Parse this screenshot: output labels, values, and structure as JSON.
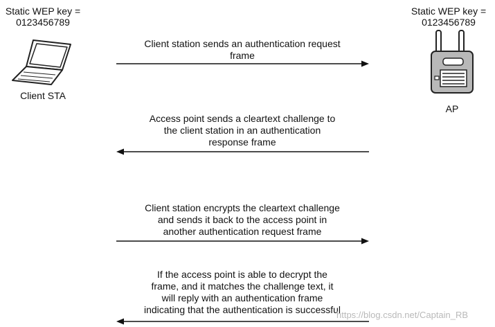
{
  "client": {
    "key_line1": "Static WEP key =",
    "key_line2": "0123456789",
    "label": "Client STA",
    "icon": "laptop-icon"
  },
  "ap": {
    "key_line1": "Static WEP key =",
    "key_line2": "0123456789",
    "label": "AP",
    "icon": "access-point-icon"
  },
  "messages": [
    {
      "lines": [
        "Client station sends an authentication request",
        "frame"
      ],
      "direction": "right"
    },
    {
      "lines": [
        "Access point sends a cleartext challenge to",
        "the client station in an authentication",
        "response frame"
      ],
      "direction": "left"
    },
    {
      "lines": [
        "Client station encrypts the cleartext challenge",
        "and sends it back to the access point in",
        "another authentication request frame"
      ],
      "direction": "right"
    },
    {
      "lines": [
        "If the access point is able to decrypt the",
        "frame, and it matches the challenge text, it",
        "will reply with an authentication frame",
        "indicating that the authentication is successful"
      ],
      "direction": "left"
    }
  ],
  "watermark": "https://blog.csdn.net/Captain_RB"
}
